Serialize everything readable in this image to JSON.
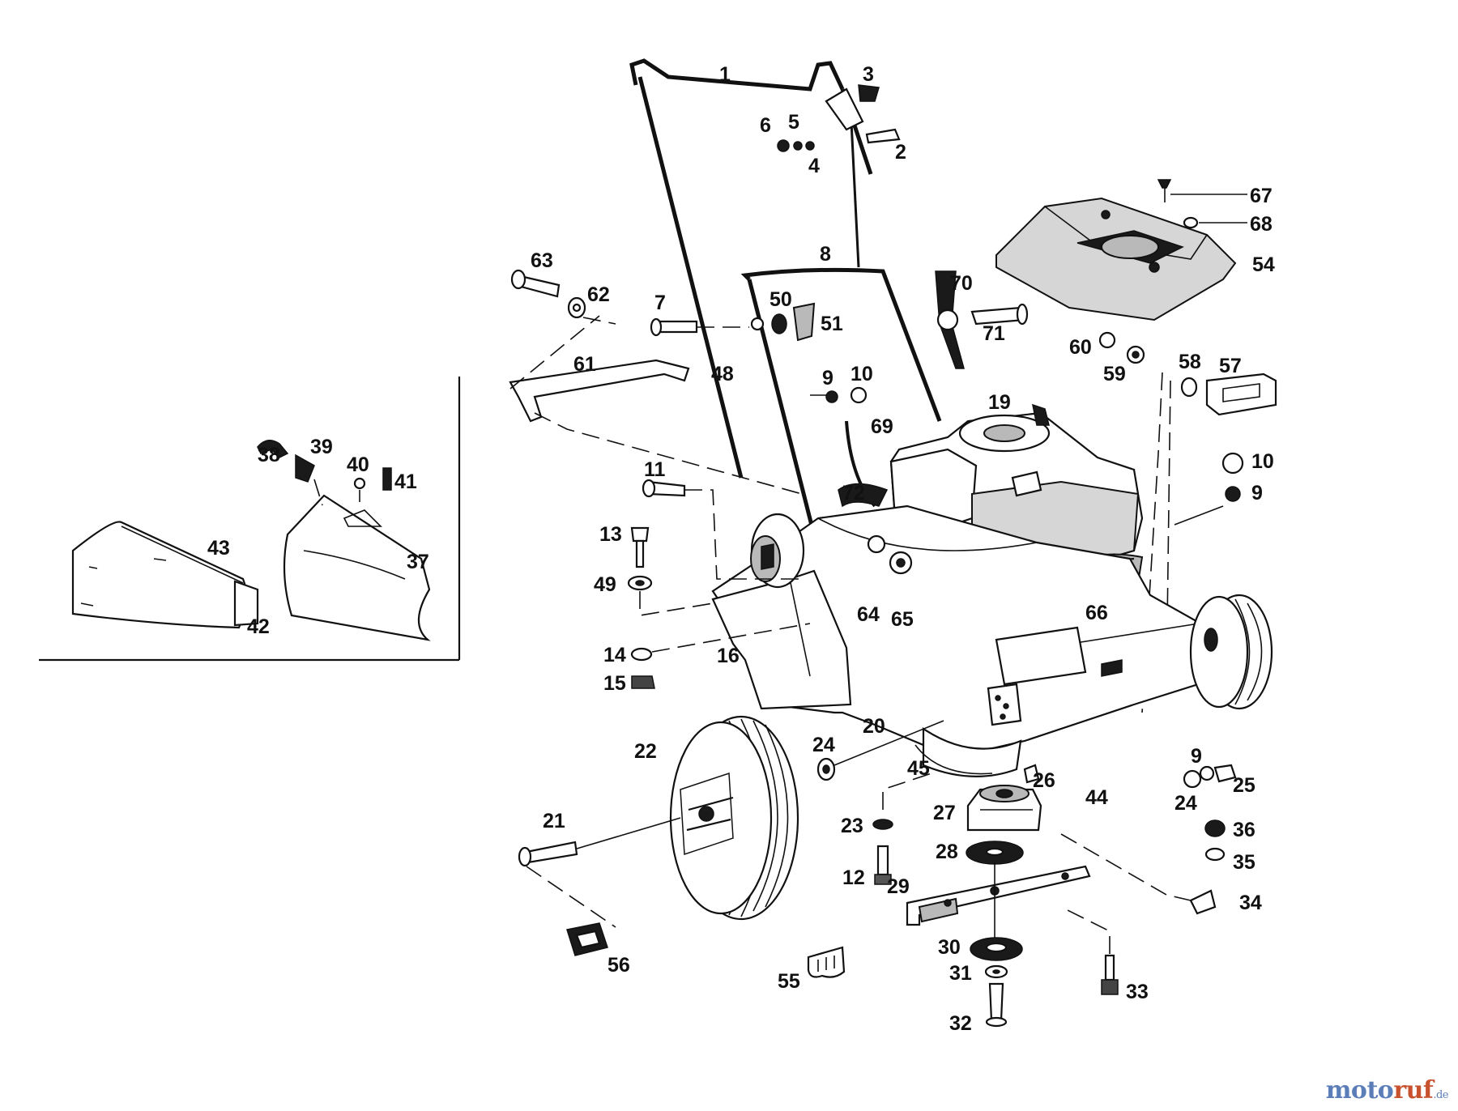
{
  "watermark": {
    "part1": "moto",
    "part2": "ruf",
    "suffix": ".de"
  },
  "callouts": [
    "1",
    "2",
    "3",
    "4",
    "5",
    "6",
    "7",
    "8",
    "9",
    "9",
    "9",
    "10",
    "10",
    "11",
    "12",
    "13",
    "14",
    "15",
    "16",
    "19",
    "20",
    "21",
    "22",
    "23",
    "24",
    "24",
    "25",
    "26",
    "27",
    "28",
    "29",
    "30",
    "31",
    "32",
    "33",
    "34",
    "35",
    "36",
    "37",
    "38",
    "39",
    "40",
    "41",
    "42",
    "43",
    "44",
    "45",
    "48",
    "49",
    "50",
    "51",
    "54",
    "55",
    "56",
    "57",
    "58",
    "59",
    "60",
    "61",
    "62",
    "63",
    "64",
    "65",
    "66",
    "67",
    "68",
    "69",
    "70",
    "71",
    "72"
  ]
}
